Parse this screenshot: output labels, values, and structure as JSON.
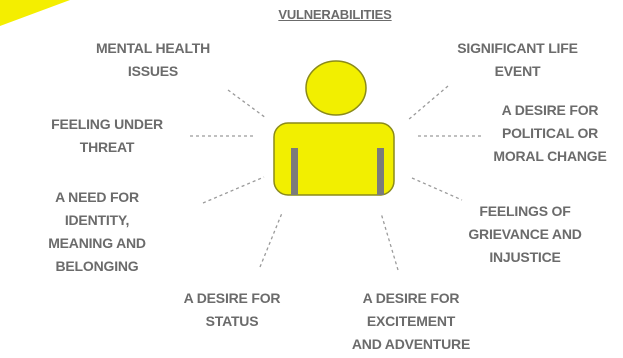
{
  "title": "VULNERABILITIES",
  "colors": {
    "figure_fill": "#f2ef00",
    "figure_stroke": "#8a8a1a",
    "arm_color": "#7b7b7b",
    "text": "#6b6b6b",
    "connector": "#9a9a9a",
    "corner_arrow": "#f4ee00"
  },
  "factors": {
    "mental_health": "MENTAL HEALTH\nISSUES",
    "significant_life_event": "SIGNIFICANT LIFE\nEVENT",
    "feeling_under_threat": "FEELING UNDER\nTHREAT",
    "political_moral_change": "A DESIRE FOR\nPOLITICAL OR\nMORAL CHANGE",
    "identity_meaning_belonging": "A NEED FOR\nIDENTITY,\nMEANING AND\nBELONGING",
    "grievance_injustice": "FEELINGS OF\nGRIEVANCE AND\nINJUSTICE",
    "status": "A DESIRE FOR\nSTATUS",
    "excitement_adventure": "A DESIRE FOR\nEXCITEMENT\nAND ADVENTURE"
  }
}
